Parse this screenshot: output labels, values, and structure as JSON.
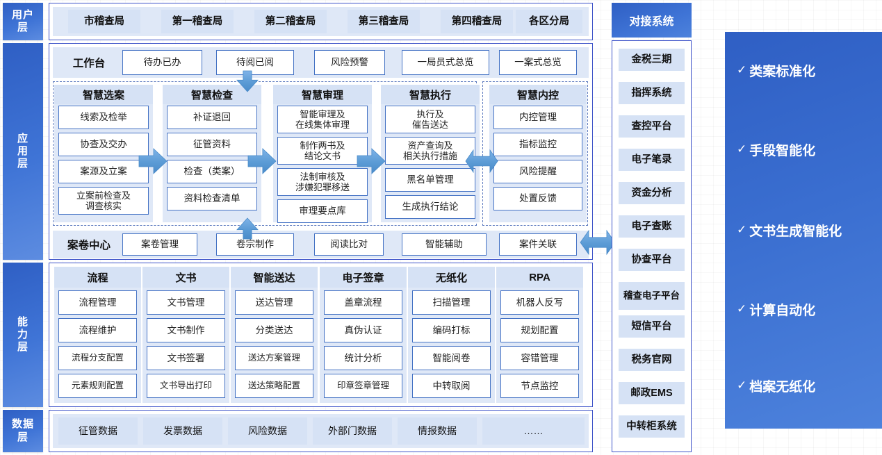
{
  "layers": [
    {
      "key": "user",
      "label": "用户\n层",
      "lines": [
        "用户",
        "层"
      ]
    },
    {
      "key": "app",
      "label": "应用层",
      "lines": [
        "应",
        "用",
        "层"
      ]
    },
    {
      "key": "capability",
      "label": "能力层",
      "lines": [
        "能",
        "力",
        "层"
      ]
    },
    {
      "key": "data",
      "label": "数据层",
      "lines": [
        "数据",
        "层"
      ]
    }
  ],
  "user_layer": {
    "items": [
      "市稽查局",
      "第一稽查局",
      "第二稽查局",
      "第三稽查局",
      "第四稽查局",
      "各区分局"
    ]
  },
  "app_layer": {
    "workbench": {
      "label": "工作台",
      "items": [
        "待办已办",
        "待阅已阅",
        "风险预警",
        "一局员式总览",
        "一案式总览"
      ]
    },
    "groups": [
      {
        "title": "智慧选案",
        "items": [
          "线索及检举",
          "协查及交办",
          "案源及立案",
          "立案前检查及\n调查核实"
        ]
      },
      {
        "title": "智慧检查",
        "items": [
          "补证退回",
          "征管资料",
          "检查（类案）",
          "资料检查清单"
        ]
      },
      {
        "title": "智慧审理",
        "items": [
          "智能审理及\n在线集体审理",
          "制作两书及\n结论文书",
          "法制审核及\n涉嫌犯罪移送",
          "审理要点库"
        ]
      },
      {
        "title": "智慧执行",
        "items": [
          "执行及\n催告送达",
          "资产查询及\n相关执行措施",
          "黑名单管理",
          "生成执行结论"
        ]
      },
      {
        "title": "智慧内控",
        "items": [
          "内控管理",
          "指标监控",
          "风险提醒",
          "处置反馈"
        ]
      }
    ],
    "archive": {
      "label": "案卷中心",
      "items": [
        "案卷管理",
        "卷宗制作",
        "阅读比对",
        "智能辅助",
        "案件关联"
      ]
    }
  },
  "capability_layer": {
    "groups": [
      {
        "title": "流程",
        "items": [
          "流程管理",
          "流程维护",
          "流程分支配置",
          "元素规则配置"
        ]
      },
      {
        "title": "文书",
        "items": [
          "文书管理",
          "文书制作",
          "文书签署",
          "文书导出打印"
        ]
      },
      {
        "title": "智能送达",
        "items": [
          "送达管理",
          "分类送达",
          "送达方案管理",
          "送达策略配置"
        ]
      },
      {
        "title": "电子签章",
        "items": [
          "盖章流程",
          "真伪认证",
          "统计分析",
          "印章签章管理"
        ]
      },
      {
        "title": "无纸化",
        "items": [
          "扫描管理",
          "编码打标",
          "智能阅卷",
          "中转取阅"
        ]
      },
      {
        "title": "RPA",
        "items": [
          "机器人反写",
          "规划配置",
          "容错管理",
          "节点监控"
        ]
      }
    ]
  },
  "data_layer": {
    "items": [
      "征管数据",
      "发票数据",
      "风险数据",
      "外部门数据",
      "情报数据",
      "……"
    ]
  },
  "interface_panel": {
    "title": "对接系统",
    "items": [
      "金税三期",
      "指挥系统",
      "查控平台",
      "电子笔录",
      "资金分析",
      "电子查账",
      "协查平台",
      "稽查电子平台",
      "短信平台",
      "税务官网",
      "邮政EMS",
      "中转柜系统"
    ]
  },
  "benefits_panel": {
    "tick": "✓",
    "items": [
      "类案标准化",
      "手段智能化",
      "文书生成智能化",
      "计算自动化",
      "档案无纸化"
    ]
  },
  "colors": {
    "rail_blue": "#3f74d6",
    "border_blue": "#3c52c8",
    "chip_fill": "#d6e2f5",
    "chip_border": "#4472c4",
    "band": "#dfe8f7",
    "arrow": "#5b9bd5",
    "benefits": "#3a6ed0"
  }
}
